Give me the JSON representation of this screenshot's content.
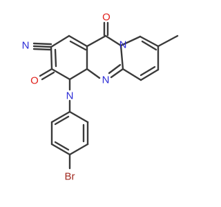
{
  "molecule": {
    "atom_labels": {
      "nitrogen_nitrile": "N",
      "oxygen_top": "O",
      "oxygen_left": "O",
      "nitrogen_ring_a": "N",
      "nitrogen_ring_b": "N",
      "nitrogen_ring_c": "N",
      "bromine": "Br"
    },
    "colors": {
      "bond": "#3a3a3a",
      "nitrogen": "#2b2bd6",
      "oxygen": "#e0201b",
      "bromine": "#a0291f"
    }
  }
}
